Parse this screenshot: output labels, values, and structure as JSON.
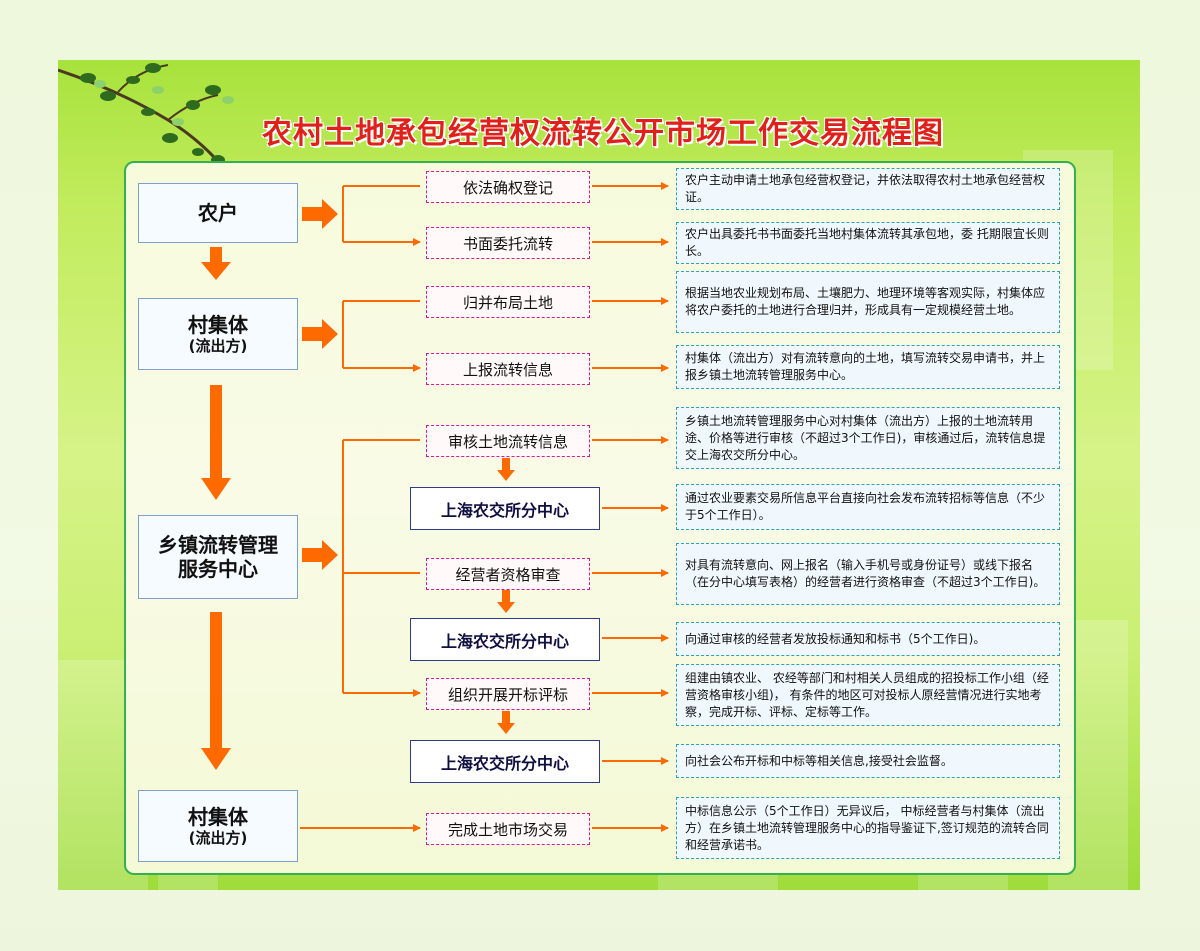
{
  "title": "农村土地承包经营权流转公开市场工作交易流程图",
  "colors": {
    "board_top": "#a8e23c",
    "board_mid": "#d6f388",
    "title_red": "#e0201a",
    "arrow_orange": "#ff6a00",
    "step_border": "#d81b9a",
    "center_border": "#2e3c8a",
    "desc_border": "#2ea3b8",
    "frame_border": "#34b050"
  },
  "nodes": [
    {
      "main": "农户",
      "sub": ""
    },
    {
      "main": "村集体",
      "sub": "(流出方)"
    },
    {
      "main": "乡镇流转管理服务中心",
      "sub": ""
    },
    {
      "main": "村集体",
      "sub": "(流出方)"
    }
  ],
  "steps": [
    "依法确权登记",
    "书面委托流转",
    "归并布局土地",
    "上报流转信息",
    "审核土地流转信息",
    "上海农交所分中心",
    "经营者资格审查",
    "上海农交所分中心",
    "组织开展开标评标",
    "上海农交所分中心",
    "完成土地市场交易"
  ],
  "descriptions": [
    "农户主动申请土地承包经营权登记，并依法取得农村土地承包经营权证。",
    "农户出具委托书书面委托当地村集体流转其承包地，委 托期限宜长则长。",
    "根据当地农业规划布局、土壤肥力、地理环境等客观实际，村集体应将农户委托的土地进行合理归并，形成具有一定规模经营土地。",
    "村集体（流出方）对有流转意向的土地，填写流转交易申请书，并上报乡镇土地流转管理服务中心。",
    "乡镇土地流转管理服务中心对村集体（流出方）上报的土地流转用途、价格等进行审核（不超过3个工作日)，审核通过后，流转信息提交上海农交所分中心。",
    "通过农业要素交易所信息平台直接向社会发布流转招标等信息（不少于5个工作日）。",
    "对具有流转意向、网上报名（输入手机号或身份证号）或线下报名（在分中心填写表格）的经营者进行资格审查（不超过3个工作日)。",
    "向通过审核的经营者发放投标通知和标书（5个工作日)。",
    "组建由镇农业、 农经等部门和村相关人员组成的招投标工作小组（经营资格审核小组)， 有条件的地区可对投标人原经营情况进行实地考察，完成开标、评标、定标等工作。",
    "向社会公布开标和中标等相关信息,接受社会监督。",
    "中标信息公示（5个工作日）无异议后， 中标经营者与村集体（流出方）在乡镇土地流转管理服务中心的指导鉴证下,签订规范的流转合同和经营承诺书。"
  ]
}
